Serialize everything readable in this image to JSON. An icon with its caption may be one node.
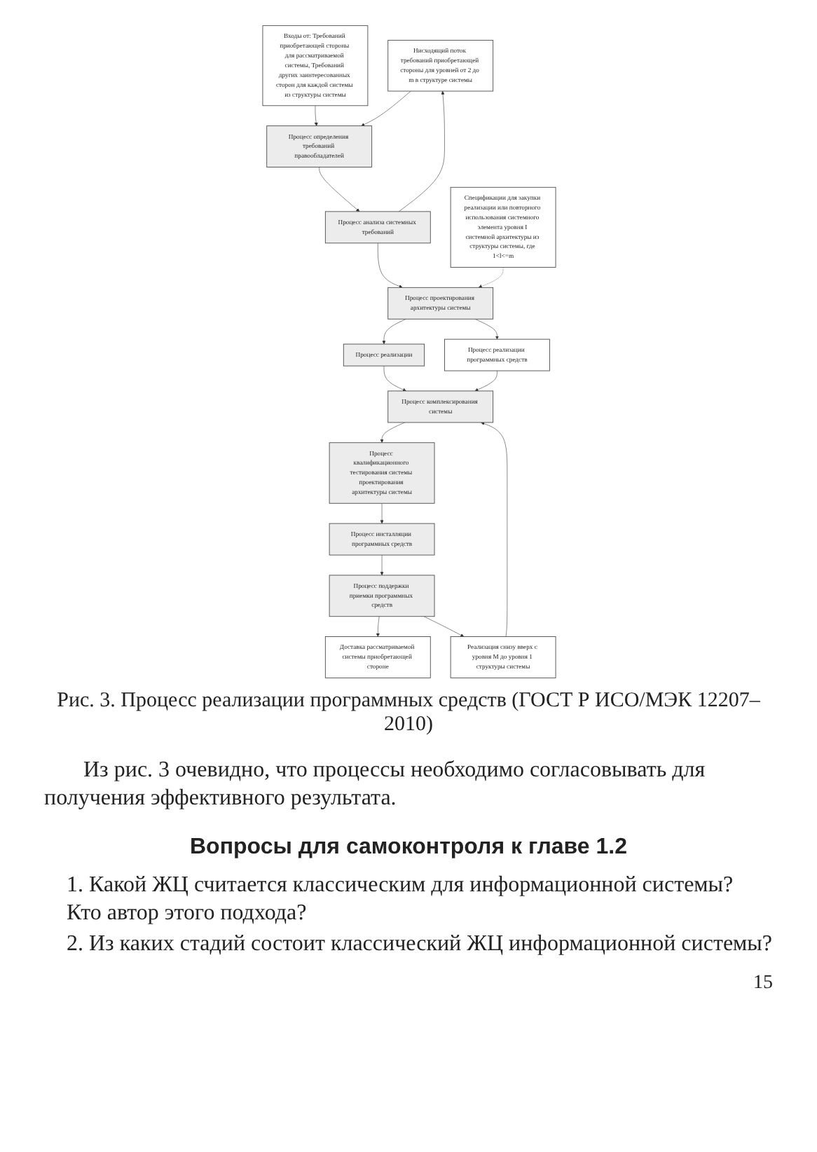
{
  "diagram": {
    "caption": "Рис. 3. Процесс реализации программных средств (ГОСТ Р ИСО/МЭК 12207–2010)",
    "nodes": [
      {
        "text": [
          "Входы от: Требований приобретающей стороны для рассматриваемой системы, Требований других заинтересованных сторон для каждой системы из структуры системы"
        ]
      },
      {
        "text": [
          "Процесс определения требований правообладателей"
        ]
      },
      {
        "text": [
          "Процесс анализа системных требований"
        ]
      },
      {
        "text": [
          "Процесс проектирования архитектуры системы"
        ]
      },
      {
        "text": [
          "Процесс реализации"
        ]
      },
      {
        "text": [
          "Процесс комплексирования системы"
        ]
      },
      {
        "text": [
          "Процесс квалификационного тестирования системы проектирования архитектуры системы"
        ]
      },
      {
        "text": [
          "Процесс инсталляции программных средств"
        ]
      },
      {
        "text": [
          "Процесс поддержки приемки программных средств"
        ]
      },
      {
        "text": [
          "Доставка рассматриваемой системы приобретающей стороне"
        ]
      },
      {
        "text": [
          "Нисходящий поток требований приобретающей стороны для уровней от 2 до m в структуре системы"
        ]
      },
      {
        "text": [
          "Спецификации для закупки реализации или повторного использования системного элемента уровня I системной архитектуры из структуры системы, где 1<l<=m"
        ]
      },
      {
        "text": [
          "Реализация снизу вверх с уровня M до уровня 1 структуры системы"
        ]
      },
      {
        "text": [
          "Процесс реализации программных средств"
        ]
      }
    ],
    "edges": [
      {
        "from": 0,
        "to": 1,
        "arrow": "to"
      },
      {
        "from": 1,
        "to": 2,
        "arrow": "to"
      },
      {
        "from": 2,
        "to": 3,
        "arrow": "to"
      },
      {
        "from": 3,
        "to": 4,
        "arrow": "to"
      },
      {
        "from": 4,
        "to": 5,
        "arrow": "to"
      },
      {
        "from": 5,
        "to": 6,
        "arrow": "to"
      },
      {
        "from": 6,
        "to": 7,
        "arrow": "to"
      },
      {
        "from": 7,
        "to": 8,
        "arrow": "to"
      },
      {
        "from": 8,
        "to": 9,
        "arrow": "to"
      },
      {
        "from": 2,
        "to": 10,
        "arrow": "to"
      },
      {
        "from": 10,
        "to": 1,
        "arrow": "to"
      },
      {
        "from": 11,
        "to": 3,
        "arrow": "to",
        "style": "dashed"
      },
      {
        "from": 3,
        "to": 13,
        "arrow": "to"
      },
      {
        "from": 13,
        "to": 5,
        "arrow": "to"
      },
      {
        "from": 8,
        "to": 12,
        "arrow": "to"
      },
      {
        "from": 12,
        "to": 5,
        "arrow": "to"
      }
    ],
    "labels": [
      "Из рис. 3 очевидно, что процессы необходимо согласовывать для получения эффективного результата.",
      "Вопросы для самоконтроля к главе 1.2",
      "1. Какой ЖЦ считается классическим для информационной системы? Кто автор этого подхода?",
      "2. Из каких стадий состоит классический ЖЦ информационной системы?",
      "15"
    ]
  }
}
